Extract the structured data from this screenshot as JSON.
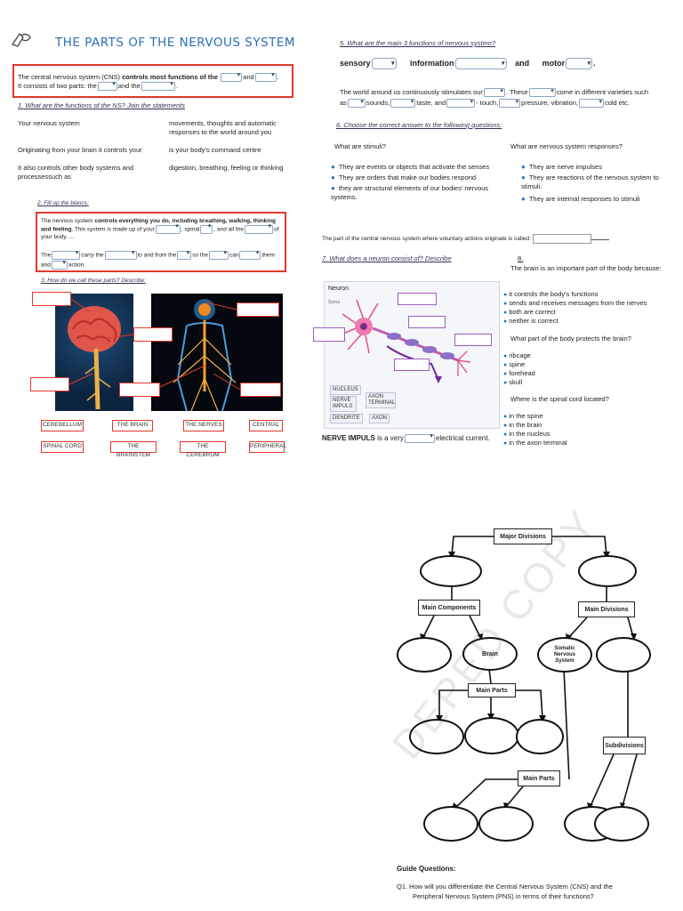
{
  "left": {
    "title": "THE PARTS OF THE NERVOUS SYSTEM",
    "intro_a": "The central nervous system (CNS)",
    "intro_b": "controls most functions of the",
    "intro_c": "and",
    "intro_d": "It consists of two parts: the",
    "intro_e": "and the",
    "q1": "1. What are the functions of the NS?  Join the statements",
    "join_left": [
      "Your nervous system",
      "Originating from your brain it controls your",
      "It also controls other body systems and processessuch as"
    ],
    "join_right": [
      "movements, thoughts and automatic responses to the world around you",
      "is your body's command centre",
      "digestion, breathing, feeling or thinking"
    ],
    "q2": "2. Fill up the blancs:",
    "fill_1a": "The nervous system",
    "fill_1b": "controls everything you do, including breathing, walking, thinking and feeling.",
    "fill_1c": "This system is made up of your",
    "fill_1d": ",     spinal",
    "fill_1e": ", and all the",
    "fill_1f": "of your body. ...",
    "fill_2a": "The",
    "fill_2b": "carry the",
    "fill_2c": "to and from the",
    "fill_2d": "so the",
    "fill_2e": "can",
    "fill_2f": "them",
    "fill_2g": "and",
    "fill_2h": "action.",
    "q3": "3. How do we call these parts? Describe:",
    "chips": [
      "CEREBELLUM",
      "THE BRAIN",
      "THE NERVES",
      "CENTRAL",
      "SPINAL CORD",
      "THE BRAINSTEM",
      "THE CEREBRUM",
      "PERIPHERAL"
    ]
  },
  "right": {
    "q5": "5. What are the main 3 functions of nervous system?",
    "func_sensory": "sensory",
    "func_information": "information",
    "func_and": "and",
    "func_motor": "motor",
    "world_a": "The world around us continuously stimulates our",
    "world_b": ". These",
    "world_c": "come in different varieties such",
    "world_d": "as",
    "world_e": "sounds,",
    "world_f": "taste, and",
    "world_g": "- touch,",
    "world_h": "pressure, vibration,",
    "world_i": "cold etc.",
    "q6": "6. Choose the correct answer to the following questions:",
    "stimuli_q": "What are stimuli?",
    "responses_q": "What are nervous system responses?",
    "stimuli_opts": [
      "They are events or objects that activate the senses",
      "They are orders that make our bodies respond",
      "they are structural elements of our bodies' nervous systems."
    ],
    "responses_opts": [
      "They are nerve impulses",
      "They are reactions of the nervous system to stimuli.",
      "They are internal responses to stimuli"
    ],
    "voluntary": "The part of the central nervous system where voluntary actions originate is called:",
    "q7": "7. What does a neuron consist of? Describe",
    "neuron_label": "Neuron",
    "soma_label": "Soma",
    "neuron_tags": [
      "NUCLEUS",
      "NERVE IMPULS",
      "AXON TERMINAL",
      "DENDRITE",
      "AXON"
    ],
    "impuls_a": "NERVE IMPULS",
    "impuls_b": "is  a very",
    "impuls_c": "electrical current.",
    "q8_num": "8.",
    "q8_text": "The brain is an important part of the body because:",
    "q8_opts": [
      "it controls the body's functions",
      "sends and receives messages from the nerves",
      "both are correct",
      "neither is correct"
    ],
    "q9": "What part of the body protects the brain?",
    "q9_opts": [
      "ribcage",
      "spine",
      "forehead",
      "skull"
    ],
    "q10": "Where is the spinal cord located?",
    "q10_opts": [
      "in the spine",
      "in the brain",
      "in the nucleus",
      "in the axon terminal"
    ]
  },
  "chart": {
    "major": "Major Divisions",
    "main_components": "Main Components",
    "main_divisions": "Main Divisions",
    "brain": "Brain",
    "somatic": "Somatic Nervous System",
    "main_parts_1": "Main Parts",
    "subdivisions": "Subdivisions",
    "main_parts_2": "Main Parts",
    "watermark": "DEPED COPY"
  },
  "guide": {
    "heading": "Guide Questions:",
    "q1": "Q1. How will you differentiate the Central Nervous System (CNS) and the",
    "q1b": "Peripheral Nervous System (PNS) in terms of their functions?"
  }
}
